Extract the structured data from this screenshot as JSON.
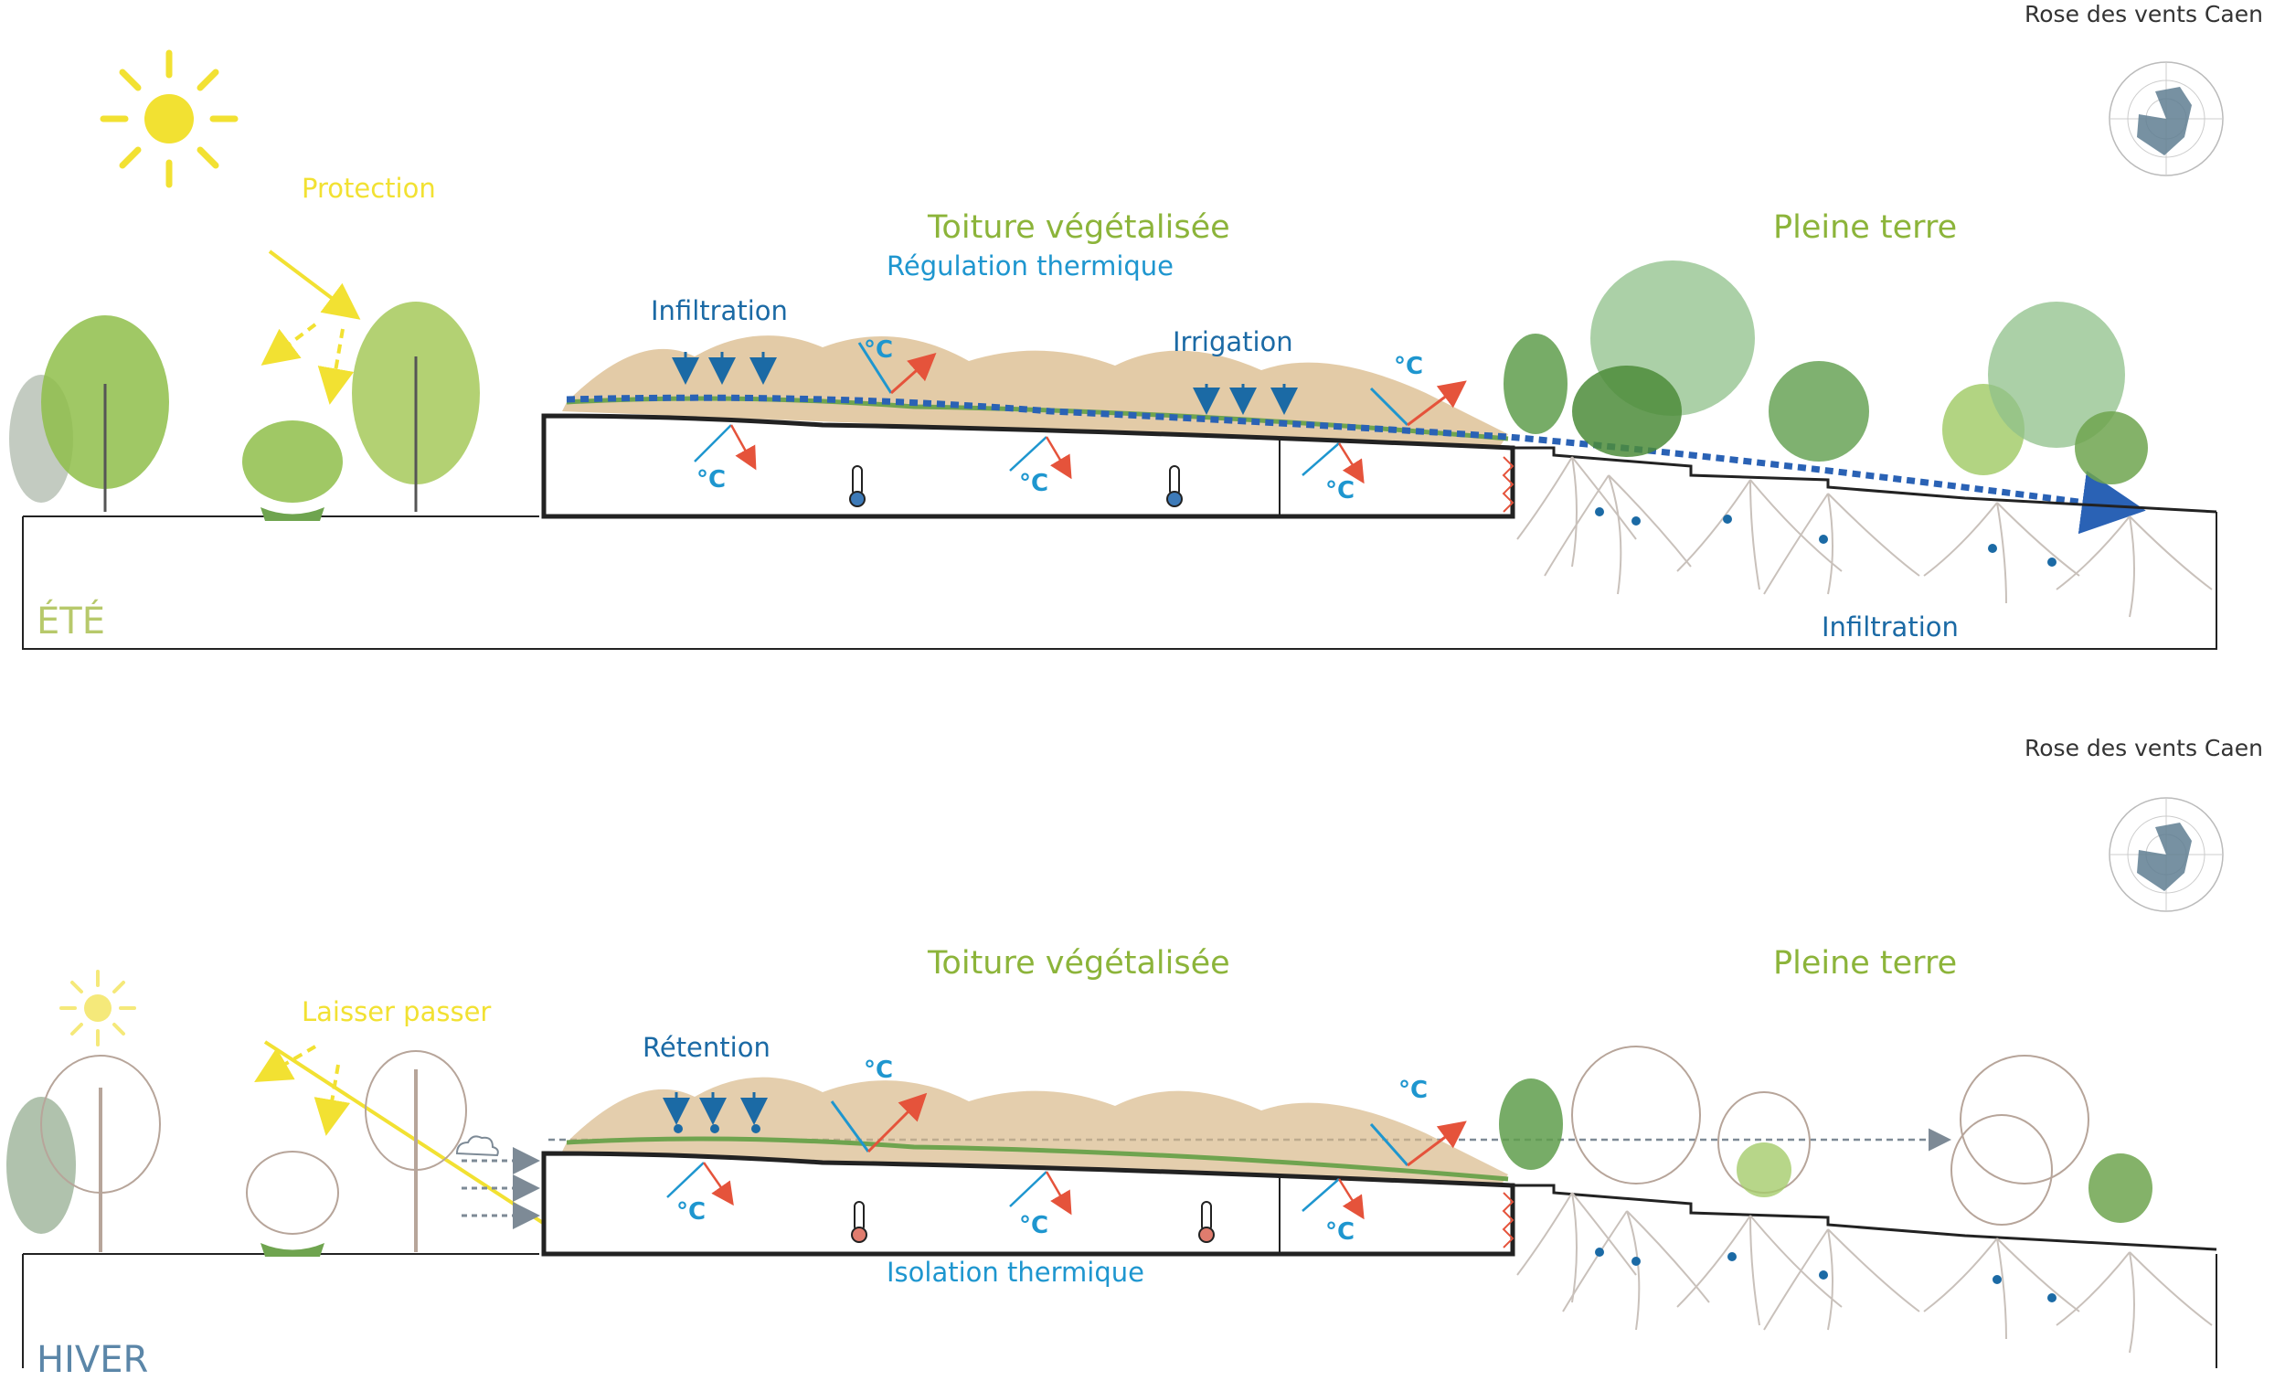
{
  "colors": {
    "sun": "#f2e132",
    "arrow_blue": "#1b6aa5",
    "text_cyan": "#1e96cf",
    "warm_red": "#e5533b",
    "foliage_green": "#8fbe4a",
    "foliage_dark": "#5f9e4c",
    "bare_tree": "#b7a59a",
    "grass": "#d9b98a",
    "root_grey": "#c9c1bb",
    "ground_line": "#222222",
    "title_green": "#8cb43a",
    "season_summer": "#b7c96b",
    "season_winter": "#5b86a8"
  },
  "summer": {
    "season": "ÉTÉ",
    "sun_label": "Protection",
    "roof_title": "Toiture végétalisée",
    "roof_subtitle": "Régulation thermique",
    "ground_title": "Pleine terre",
    "infiltration_top": "Infiltration",
    "irrigation": "Irrigation",
    "infiltration_bottom": "Infiltration",
    "wind_title": "Rose des vents Caen",
    "deg": "°C"
  },
  "winter": {
    "season": "HIVER",
    "sun_label": "Laisser passer",
    "roof_title": "Toiture végétalisée",
    "ground_title": "Pleine terre",
    "retention": "Rétention",
    "insulation": "Isolation thermique",
    "wind_title": "Rose des vents Caen",
    "deg": "°C"
  }
}
